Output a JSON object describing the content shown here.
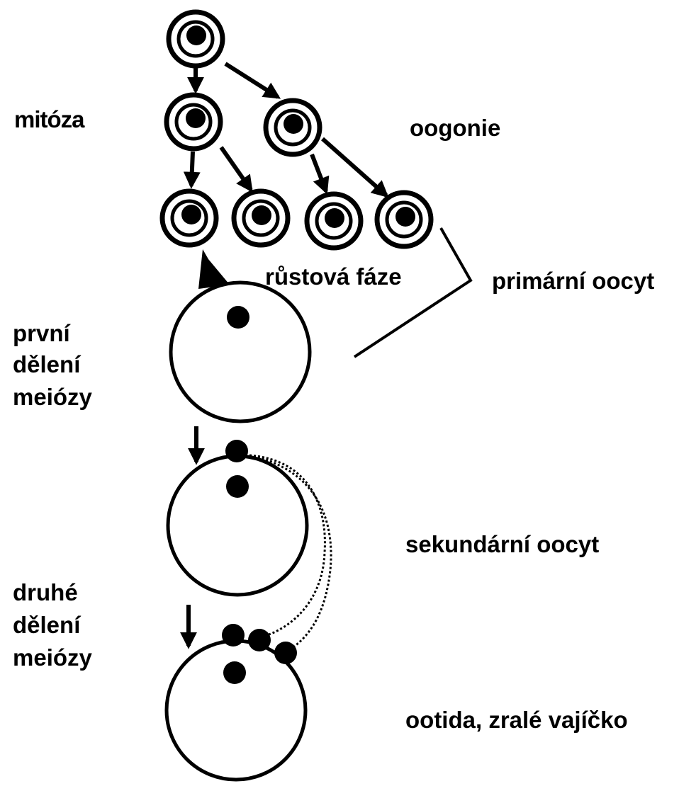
{
  "labels": {
    "mitoza": "mitóza",
    "oogonie": "oogonie",
    "rustova_faze": "růstová fáze",
    "primarni_oocyt": "primární oocyt",
    "prvni_deleni_1": "první",
    "prvni_deleni_2": "dělení",
    "prvni_deleni_3": "meiózy",
    "sekundarni_oocyt": "sekundární oocyt",
    "druhe_deleni_1": "druhé",
    "druhe_deleni_2": "dělení",
    "druhe_deleni_3": "meiózy",
    "ootida": "ootida, zralé vajíčko"
  },
  "colors": {
    "ink": "#000000",
    "background": "#ffffff"
  }
}
